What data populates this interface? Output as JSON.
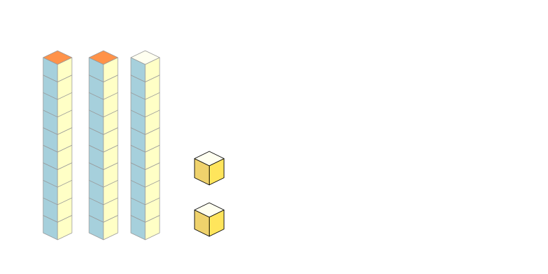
{
  "colors": {
    "background": "#ffffff",
    "rod_left_face": "#a6d0dc",
    "rod_right_face": "#ffffc6",
    "rod_top_plain": "#fffff0",
    "rod_top_highlight": "#ff9249",
    "rod_edge": "#999999",
    "unit_left_face": "#efd26c",
    "unit_right_face": "#ffe55c",
    "unit_top_face": "#fffff0",
    "unit_edge": "#000000"
  },
  "blocks": {
    "rods": [
      {
        "name": "ten-rod-1",
        "cubes": 10,
        "top_highlighted": true
      },
      {
        "name": "ten-rod-2",
        "cubes": 10,
        "top_highlighted": true
      },
      {
        "name": "ten-rod-3",
        "cubes": 10,
        "top_highlighted": false
      }
    ],
    "units": [
      {
        "name": "unit-cube-1"
      },
      {
        "name": "unit-cube-2"
      }
    ]
  }
}
